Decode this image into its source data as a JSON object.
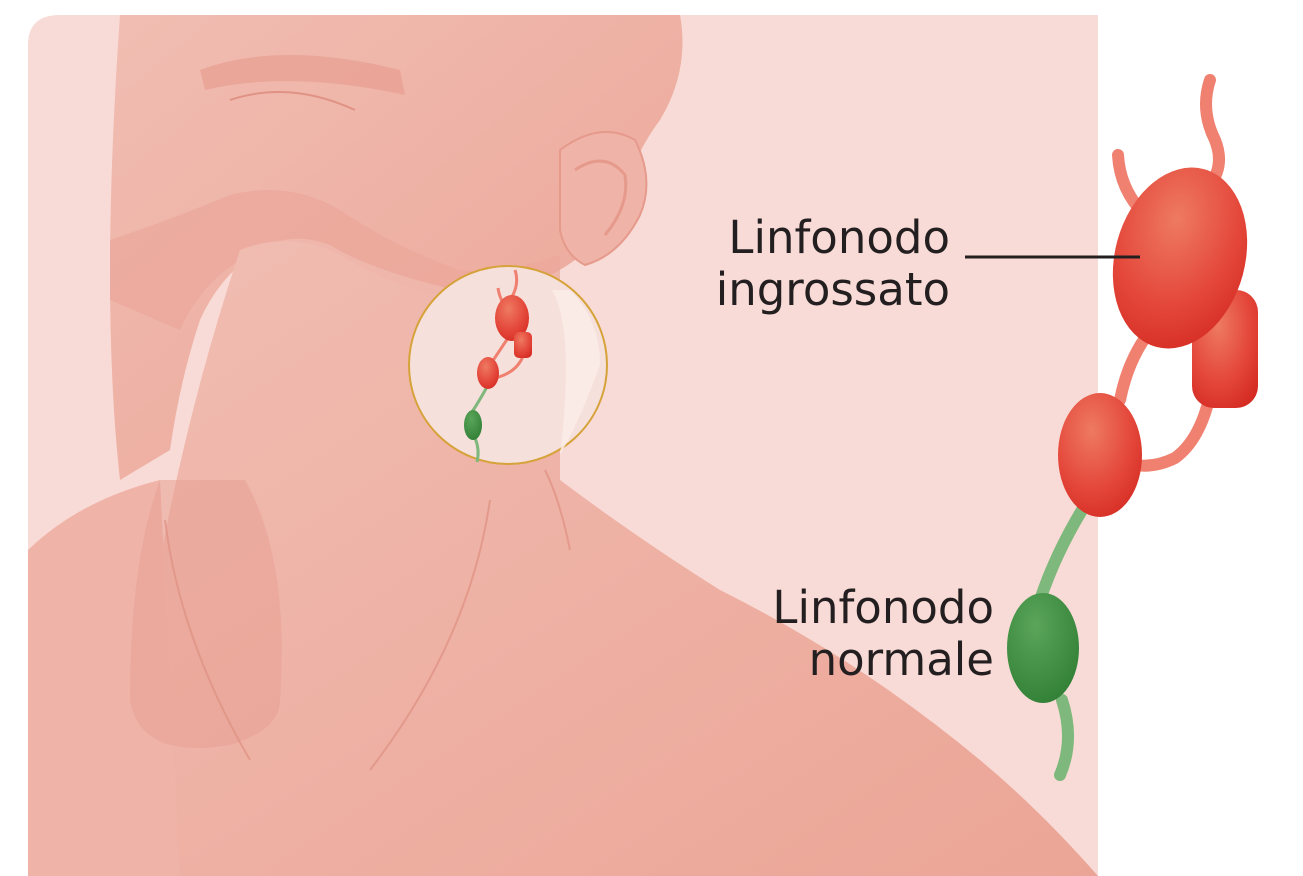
{
  "labels": {
    "enlarged": [
      "Linfonodo",
      "ingrossato"
    ],
    "normal": [
      "Linfonodo",
      "normale"
    ]
  },
  "colors": {
    "background_panel": "#f8dbd6",
    "skin": "#efb6ab",
    "skin_shadow": "#e6a194",
    "node_enlarged": "#e43d30",
    "node_normal": "#3f8f40",
    "vessel_red": "#f08070",
    "vessel_green": "#7fb87c",
    "magnifier_border": "#d6a23a",
    "text": "#231f20"
  }
}
